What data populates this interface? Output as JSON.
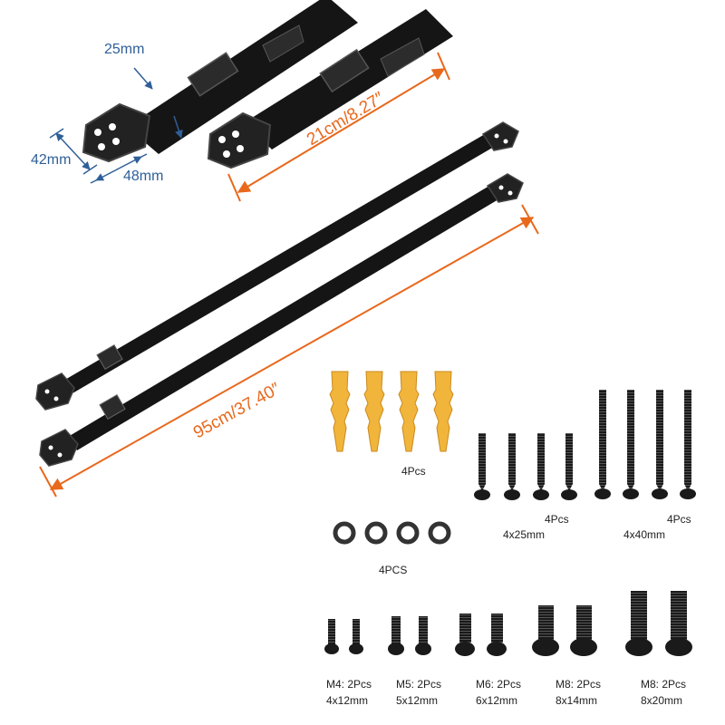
{
  "colors": {
    "strap": "#151515",
    "metal": "#2a2a2a",
    "blue_dim": "#2f5f98",
    "orange_dim": "#e8681c",
    "anchor": "#f2b53c",
    "washer": "#333333"
  },
  "dimensions": {
    "strap_width": "25mm",
    "bracket_height": "42mm",
    "bracket_width": "48mm",
    "short_length": "21cm/8.27″",
    "long_length": "95cm/37.40″"
  },
  "hardware": {
    "anchors": {
      "qty": "4Pcs",
      "icon": "wall-anchor-icon"
    },
    "washers": {
      "qty": "4PCS",
      "icon": "washer-icon"
    },
    "wood_screws_short": {
      "qty": "4Pcs",
      "size": "4x25mm",
      "icon": "wood-screw-icon"
    },
    "wood_screws_long": {
      "qty": "4Pcs",
      "size": "4x40mm",
      "icon": "wood-screw-icon"
    },
    "machine_screws": [
      {
        "qty": "M4: 2Pcs",
        "size": "4x12mm"
      },
      {
        "qty": "M5: 2Pcs",
        "size": "5x12mm"
      },
      {
        "qty": "M6: 2Pcs",
        "size": "6x12mm"
      },
      {
        "qty": "M8: 2Pcs",
        "size": "8x14mm"
      },
      {
        "qty": "M8: 2Pcs",
        "size": "8x20mm"
      }
    ]
  }
}
